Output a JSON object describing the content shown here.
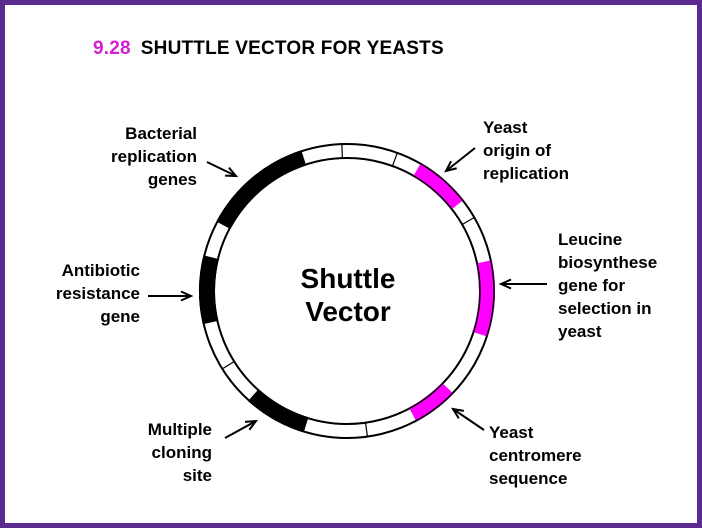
{
  "figure": {
    "number": "9.28",
    "title": "SHUTTLE VECTOR FOR YEASTS",
    "center_label": "Shuttle\nVector"
  },
  "labels": {
    "bacterial_replication": "Bacterial\nreplication\ngenes",
    "antibiotic_resistance": "Antibiotic\nresistance\ngene",
    "multiple_cloning": "Multiple\ncloning\nsite",
    "yeast_origin": "Yeast\norigin of\nreplication",
    "leucine_gene": "Leucine\nbiosynthese\ngene for\nselection in\nyeast",
    "yeast_centromere": "Yeast\ncentromere\nsequence"
  },
  "colors": {
    "frame": "#5b2a8e",
    "number": "#d21fd2",
    "yeast_segment": "#ff00ff",
    "bacterial_segment": "#000000"
  },
  "segments": [
    {
      "name": "bacterial-replication-segment",
      "from_deg": 208,
      "to_deg": 252,
      "color": "#000000"
    },
    {
      "name": "antibiotic-resistance-segment",
      "from_deg": 167,
      "to_deg": 194,
      "color": "#000000"
    },
    {
      "name": "multiple-cloning-segment",
      "from_deg": 107,
      "to_deg": 132,
      "color": "#000000"
    },
    {
      "name": "yeast-origin-segment",
      "from_deg": 300,
      "to_deg": 322,
      "color": "#ff00ff"
    },
    {
      "name": "leucine-gene-segment",
      "from_deg": 348,
      "to_deg": 18,
      "color": "#ff00ff"
    },
    {
      "name": "yeast-centromere-segment",
      "from_deg": 44,
      "to_deg": 62,
      "color": "#ff00ff"
    }
  ],
  "ring_dividers_deg": [
    225,
    242,
    315,
    330,
    6,
    54,
    115,
    182,
    148,
    82,
    268,
    290
  ]
}
